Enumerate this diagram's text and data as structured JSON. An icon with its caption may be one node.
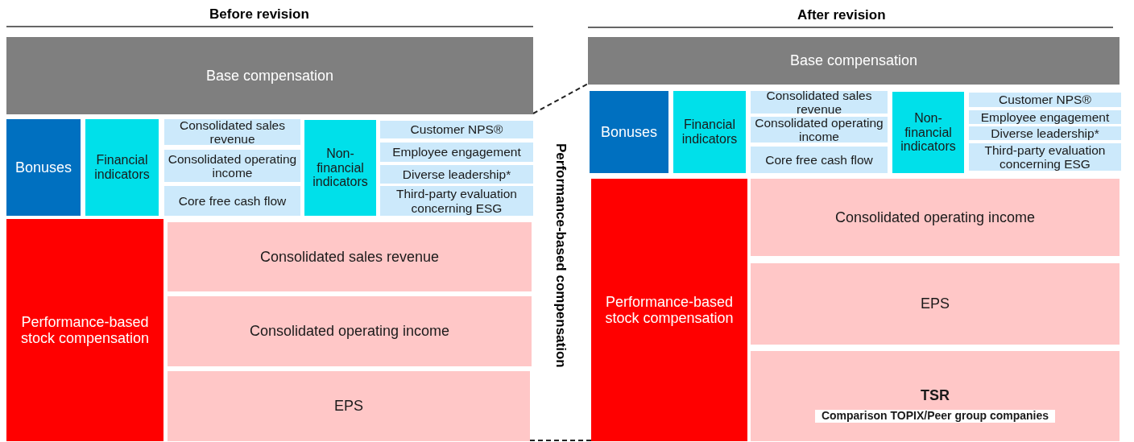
{
  "diagram": {
    "nodes": [
      {
        "text": [
          "Base compensation"
        ]
      },
      {
        "text": [
          "Bonuses"
        ]
      },
      {
        "text": [
          "Financial indicators"
        ]
      },
      {
        "text": [
          "Consolidated sales revenue"
        ]
      },
      {
        "text": [
          "Consolidated operating income"
        ]
      },
      {
        "text": [
          "Core free cash flow"
        ]
      },
      {
        "text": [
          "Non-financial indicators"
        ]
      },
      {
        "text": [
          "Customer NPS®"
        ]
      },
      {
        "text": [
          "Employee engagement"
        ]
      },
      {
        "text": [
          "Diverse leadership*"
        ]
      },
      {
        "text": [
          "Third-party evaluation concerning ESG"
        ]
      },
      {
        "text": [
          "Performance-based stock compensation"
        ]
      },
      {
        "text": [
          "Consolidated sales revenue"
        ]
      },
      {
        "text": [
          "Consolidated operating income"
        ]
      },
      {
        "text": [
          "EPS"
        ]
      },
      {
        "text": [
          "Base compensation"
        ]
      },
      {
        "text": [
          "Bonuses"
        ]
      },
      {
        "text": [
          "Financial indicators"
        ]
      },
      {
        "text": [
          "Consolidated sales revenue"
        ]
      },
      {
        "text": [
          "Consolidated operating income"
        ]
      },
      {
        "text": [
          "Core free cash flow"
        ]
      },
      {
        "text": [
          "Non-financial indicators"
        ]
      },
      {
        "text": [
          "Customer NPS®"
        ]
      },
      {
        "text": [
          "Employee engagement"
        ]
      },
      {
        "text": [
          "Diverse leadership*"
        ]
      },
      {
        "text": [
          "Third-party evaluation concerning ESG"
        ]
      },
      {
        "text": [
          "Performance-based stock compensation"
        ]
      },
      {
        "text": [
          "Consolidated operating income"
        ]
      },
      {
        "text": [
          "EPS"
        ]
      },
      {
        "text": [
          "TSR",
          "Comparison TOPIX/Peer group companies"
        ]
      }
    ],
    "edges": [
      {
        "from": 0,
        "to": 15,
        "arrow": "none",
        "style": "dashed"
      },
      {
        "from": 14,
        "to": 26,
        "arrow": "none",
        "style": "dashed"
      }
    ],
    "labels": [
      "Before revision",
      "After revision",
      "Performance-based compensation"
    ]
  }
}
